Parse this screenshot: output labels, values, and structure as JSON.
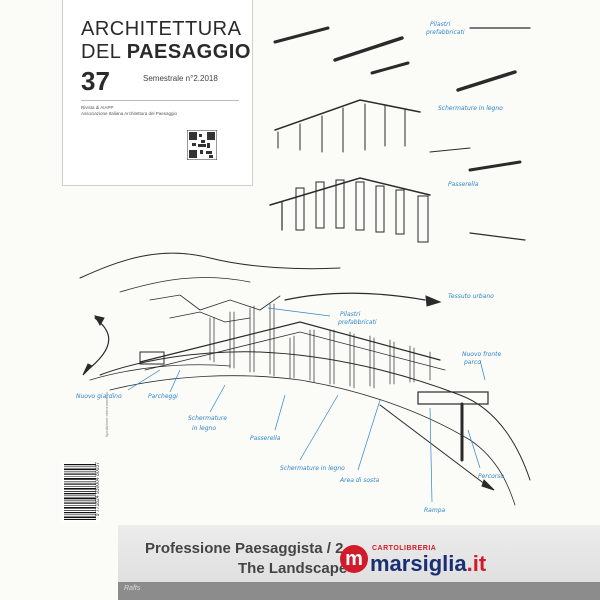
{
  "masthead": {
    "title_line1": "ARCHITETTURA",
    "title_line2_regular": "DEL ",
    "title_line2_bold": "PAESAGGIO",
    "issue_number": "37",
    "semestrale": "Semestrale n°2.2018",
    "info_line1": "Rivista di AIAPP",
    "info_line2": "Associazione Italiana Architettura del Paesaggio"
  },
  "sketch_labels": {
    "top_1": "Pilastri",
    "top_2": "prefabbricati",
    "mid_1": "Schermature in legno",
    "mid_2": "Passerella",
    "plan_1": "Tessuto urbano",
    "plan_2": "Pilastri",
    "plan_3": "prefabbricati",
    "plan_4": "Nuovo fronte",
    "plan_5": "parco",
    "left_1": "Nuovo giardino",
    "left_2": "Parcheggi",
    "bottom_1": "Schermature",
    "bottom_2": "in legno",
    "bottom_3": "Passerella",
    "bottom_4": "Schermature in legno",
    "bottom_5": "Area di sosta",
    "bottom_6": "Percorso",
    "bottom_7": "Rampa"
  },
  "feature": {
    "line1": "Professione Paesaggista / 2",
    "line2": "The Landscape"
  },
  "footer_word": "Rafts",
  "barcode_text": "9 771824 930004 80037",
  "side_note": "Spedizione abbonamento",
  "store": {
    "badge": "m",
    "small_label": "CARTOLIBRERIA",
    "name": "marsiglia",
    "tld": ".it",
    "colors": {
      "red": "#d11a2a",
      "navy": "#1a2f73"
    }
  },
  "colors": {
    "sketch_ink": "#2a2a2a",
    "annotation": "#2f86c9"
  }
}
